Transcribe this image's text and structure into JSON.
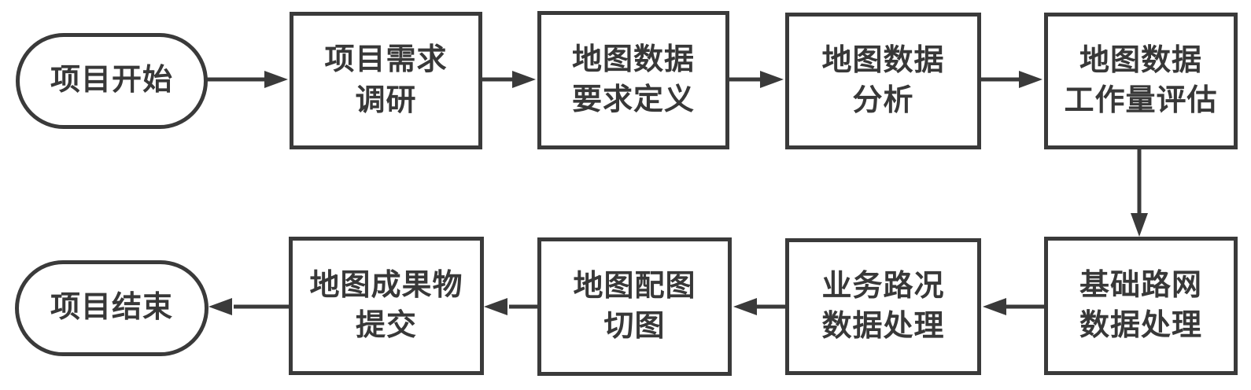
{
  "diagram": {
    "type": "flowchart",
    "colors": {
      "stroke": "#3a3a3a",
      "fill": "#ffffff",
      "text": "#383838"
    },
    "nodes": [
      {
        "id": "start",
        "shape": "terminator",
        "label": "项目开始"
      },
      {
        "id": "project-requirements-research",
        "shape": "process",
        "label": "项目需求\n调研"
      },
      {
        "id": "map-data-requirements-definition",
        "shape": "process",
        "label": "地图数据\n要求定义"
      },
      {
        "id": "map-data-analysis",
        "shape": "process",
        "label": "地图数据\n分析"
      },
      {
        "id": "map-data-workload-evaluation",
        "shape": "process",
        "label": "地图数据\n工作量评估"
      },
      {
        "id": "base-road-network-data-processing",
        "shape": "process",
        "label": "基础路网\n数据处理"
      },
      {
        "id": "business-traffic-data-processing",
        "shape": "process",
        "label": "业务路况\n数据处理"
      },
      {
        "id": "map-styling-tile-cutting",
        "shape": "process",
        "label": "地图配图\n切图"
      },
      {
        "id": "map-deliverable-submission",
        "shape": "process",
        "label": "地图成果物\n提交"
      },
      {
        "id": "end",
        "shape": "terminator",
        "label": "项目结束"
      }
    ],
    "edges": [
      {
        "from": "start",
        "to": "project-requirements-research",
        "direction": "right"
      },
      {
        "from": "project-requirements-research",
        "to": "map-data-requirements-definition",
        "direction": "right"
      },
      {
        "from": "map-data-requirements-definition",
        "to": "map-data-analysis",
        "direction": "right"
      },
      {
        "from": "map-data-analysis",
        "to": "map-data-workload-evaluation",
        "direction": "right"
      },
      {
        "from": "map-data-workload-evaluation",
        "to": "base-road-network-data-processing",
        "direction": "down"
      },
      {
        "from": "base-road-network-data-processing",
        "to": "business-traffic-data-processing",
        "direction": "left"
      },
      {
        "from": "business-traffic-data-processing",
        "to": "map-styling-tile-cutting",
        "direction": "left"
      },
      {
        "from": "map-styling-tile-cutting",
        "to": "map-deliverable-submission",
        "direction": "left"
      },
      {
        "from": "map-deliverable-submission",
        "to": "end",
        "direction": "left"
      }
    ]
  }
}
